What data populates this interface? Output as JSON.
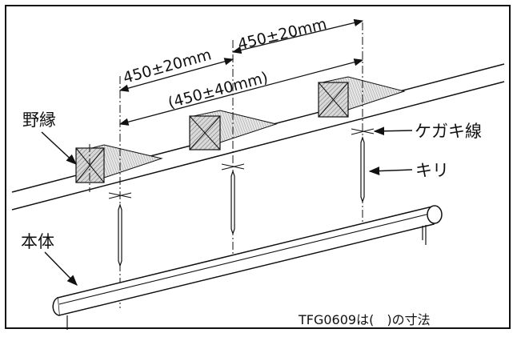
{
  "labels": {
    "dim_spacing_1": "450±20mm",
    "dim_spacing_2": "450±20mm",
    "dim_spacing_tfg": "(450±40mm)",
    "joist": "野縁",
    "scribe_line": "ケガキ線",
    "drill": "キリ",
    "body": "本体",
    "note": "TFG0609は(　)の寸法"
  },
  "colors": {
    "line": "#111111",
    "hatch": "#9a9a9a",
    "block_face": "#c8c8c8"
  }
}
